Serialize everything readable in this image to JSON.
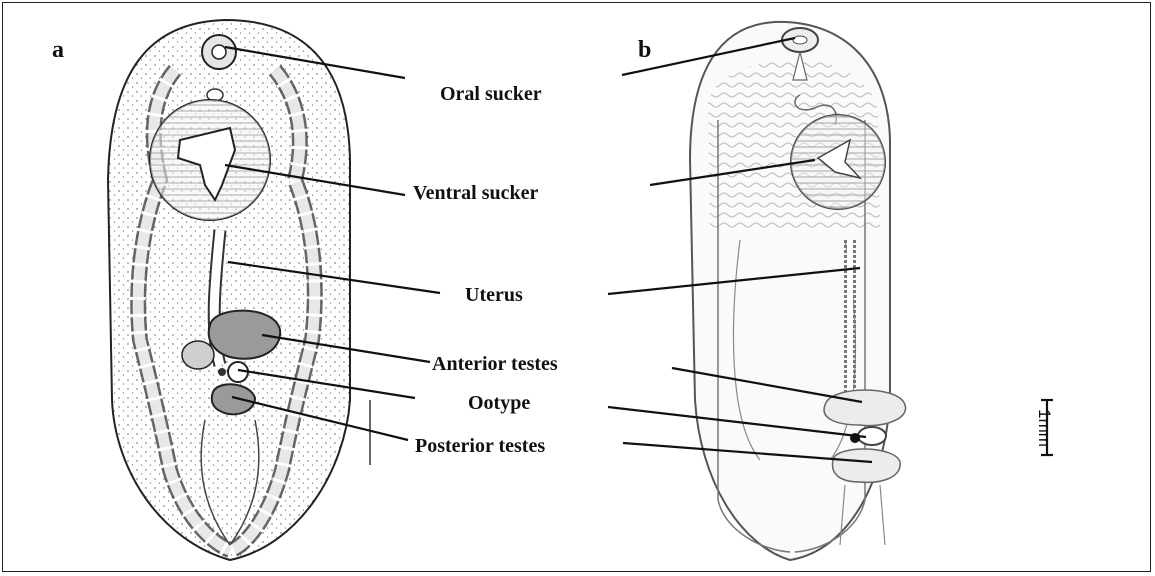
{
  "panels": [
    "a",
    "b"
  ],
  "labels": {
    "oral_sucker": "Oral sucker",
    "ventral_sucker": "Ventral sucker",
    "uterus": "Uterus",
    "anterior_testes": "Anterior testes",
    "ootype": "Ootype",
    "posterior_testes": "Posterior testes"
  },
  "scale_bar": "1mm"
}
